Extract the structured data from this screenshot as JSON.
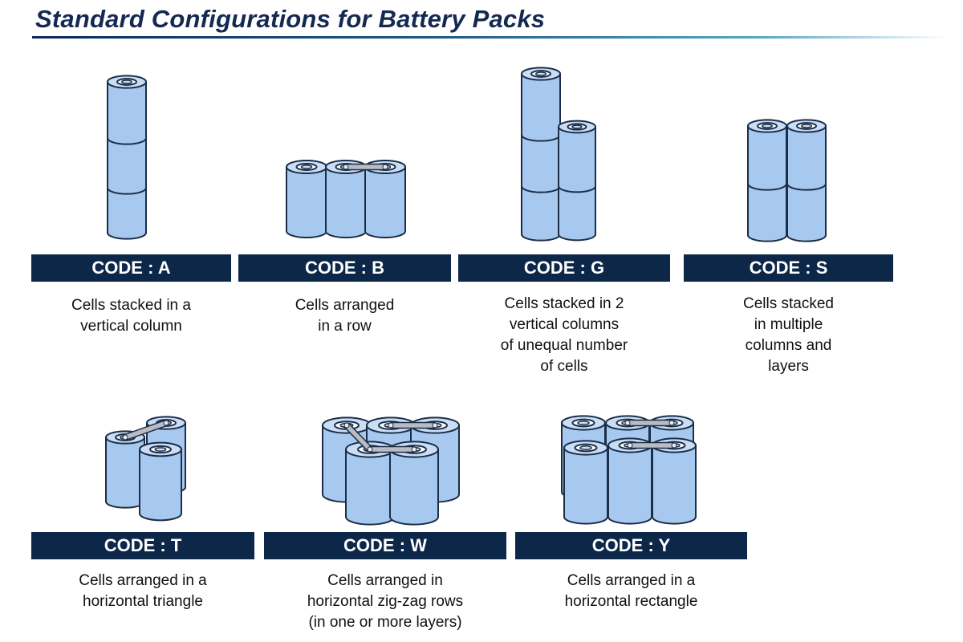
{
  "title": "Standard Configurations for Battery Packs",
  "configs": [
    {
      "code": "CODE : A",
      "description": "Cells stacked in a\nvertical column"
    },
    {
      "code": "CODE : B",
      "description": "Cells arranged\nin a row"
    },
    {
      "code": "CODE : G",
      "description": "Cells stacked in 2\nvertical columns\nof unequal number\nof cells"
    },
    {
      "code": "CODE : S",
      "description": "Cells stacked\nin multiple\ncolumns and\nlayers"
    },
    {
      "code": "CODE : T",
      "description": "Cells arranged in a\nhorizontal triangle"
    },
    {
      "code": "CODE : W",
      "description": "Cells arranged in\nhorizontal zig-zag rows\n(in one or more layers)"
    },
    {
      "code": "CODE : Y",
      "description": "Cells arranged in a\nhorizontal rectangle"
    }
  ],
  "colors": {
    "bar": "#0d2749",
    "cell": "#a8c9ef",
    "title": "#142952"
  }
}
